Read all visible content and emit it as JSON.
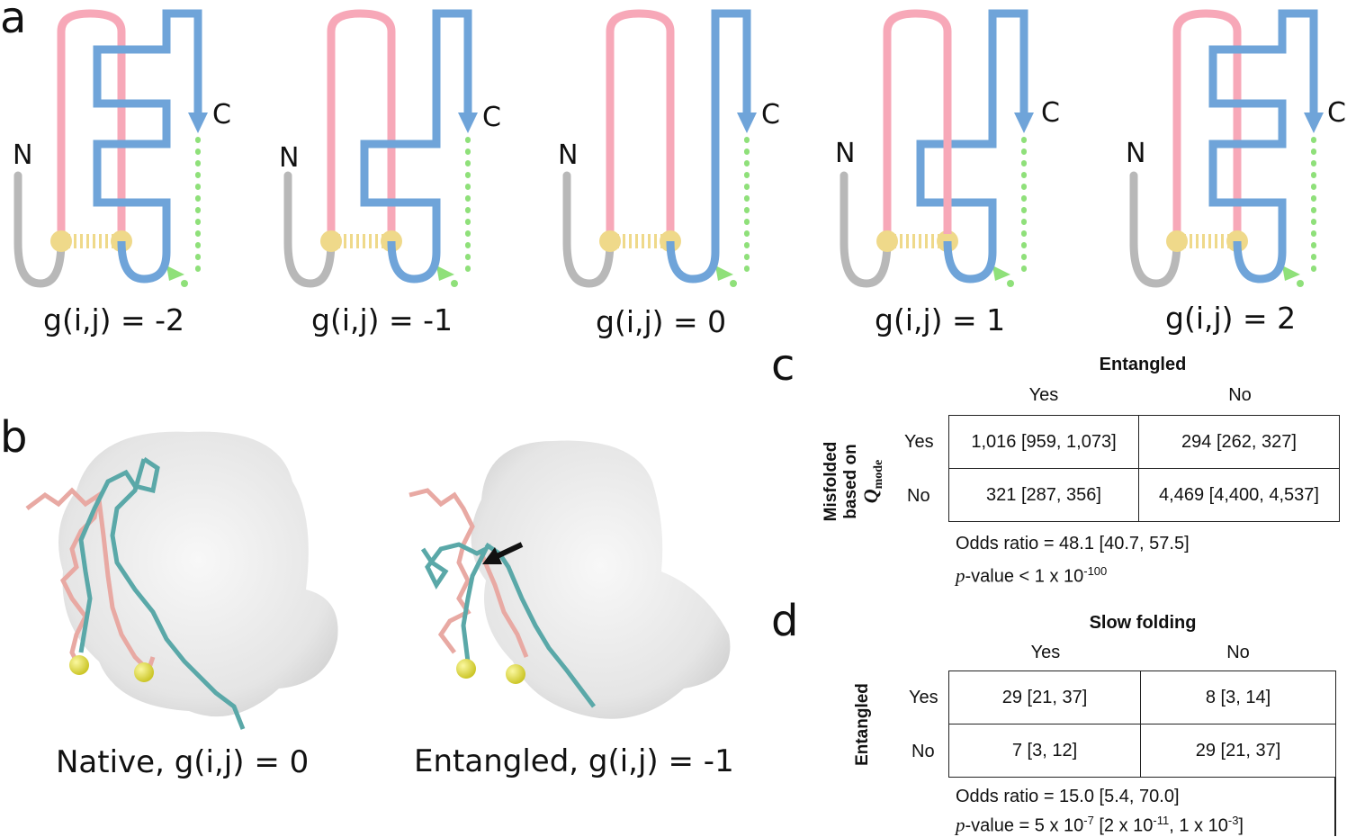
{
  "panel_a": {
    "letter": "a",
    "schematics": [
      {
        "n_label": "N",
        "c_label": "C",
        "g_label": "g(i,j) = -2"
      },
      {
        "n_label": "N",
        "c_label": "C",
        "g_label": "g(i,j) = -1"
      },
      {
        "n_label": "N",
        "c_label": "C",
        "g_label": "g(i,j) = 0"
      },
      {
        "n_label": "N",
        "c_label": "C",
        "g_label": "g(i,j) = 1"
      },
      {
        "n_label": "N",
        "c_label": "C",
        "g_label": "g(i,j) = 2"
      }
    ],
    "colors": {
      "loop": "#f7a8b8",
      "thread": "#6fa4d9",
      "tail": "#b8b8b8",
      "contact": "#efd98a",
      "closure": "#8fe07a"
    }
  },
  "panel_b": {
    "letter": "b",
    "left_caption": "Native, g(i,j) = 0",
    "right_caption": "Entangled, g(i,j) = -1",
    "colors": {
      "surface": "#dcdcdc",
      "chain_a": "#e8a9a3",
      "chain_b": "#5aa8a8",
      "atom": "#e3df3a"
    }
  },
  "panel_c": {
    "letter": "c",
    "title": "Entangled",
    "col_headers": [
      "Yes",
      "No"
    ],
    "row_axis_label_line1": "Misfolded",
    "row_axis_label_line2": "based on",
    "row_axis_q": "Q",
    "row_axis_sub": "mode",
    "rows": [
      {
        "label": "Yes",
        "cells": [
          "1,016 [959, 1,073]",
          "294 [262, 327]"
        ]
      },
      {
        "label": "No",
        "cells": [
          "321 [287, 356]",
          "4,469 [4,400, 4,537]"
        ]
      }
    ],
    "odds_ratio": "Odds ratio = 48.1 [40.7, 57.5]",
    "p_prefix": "p",
    "p_value": "-value < 1 x 10",
    "p_exp": "-100"
  },
  "panel_d": {
    "letter": "d",
    "title": "Slow folding",
    "col_headers": [
      "Yes",
      "No"
    ],
    "row_axis_label": "Entangled",
    "rows": [
      {
        "label": "Yes",
        "cells": [
          "29 [21, 37]",
          "8 [3, 14]"
        ]
      },
      {
        "label": "No",
        "cells": [
          "7 [3, 12]",
          "29 [21, 37]"
        ]
      }
    ],
    "odds_ratio": "Odds ratio = 15.0 [5.4, 70.0]",
    "p_prefix": "p",
    "p_value_1": "-value = 5 x 10",
    "p_exp_1": "-7",
    "p_value_2": " [2 x 10",
    "p_exp_2": "-11",
    "p_value_3": ", 1 x 10",
    "p_exp_3": "-3",
    "p_value_4": "]"
  }
}
